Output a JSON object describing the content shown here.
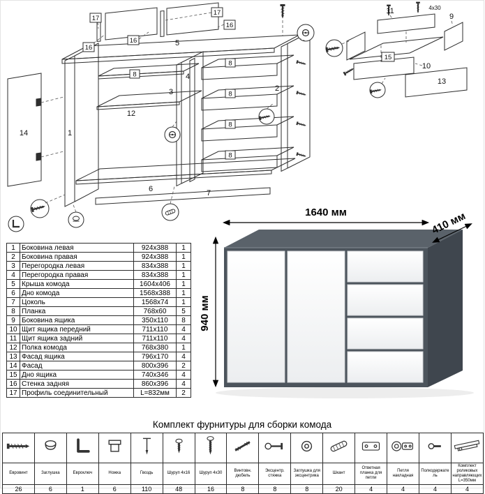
{
  "diagram": {
    "callouts": {
      "n1": "1",
      "n2": "2",
      "n3": "3",
      "n4": "4",
      "n5": "5",
      "n6": "6",
      "n7": "7",
      "n8": "8",
      "n9": "9",
      "n10": "10",
      "n11": "11",
      "n12": "12",
      "n13": "13",
      "n14": "14",
      "n15": "15",
      "n16": "16",
      "n17": "17"
    },
    "screw_size_label": "4x30"
  },
  "dresser": {
    "width_label": "1640 мм",
    "depth_label": "410 мм",
    "height_label": "940 мм"
  },
  "parts_table": {
    "rows": [
      {
        "num": "1",
        "name": "Боковина левая",
        "size": "924x388",
        "qty": "1"
      },
      {
        "num": "2",
        "name": "Боковина правая",
        "size": "924x388",
        "qty": "1"
      },
      {
        "num": "3",
        "name": "Перегородка левая",
        "size": "834x388",
        "qty": "1"
      },
      {
        "num": "4",
        "name": "Перегородка правая",
        "size": "834x388",
        "qty": "1"
      },
      {
        "num": "5",
        "name": "Крыша комода",
        "size": "1604x406",
        "qty": "1"
      },
      {
        "num": "6",
        "name": "Дно комода",
        "size": "1568x388",
        "qty": "1"
      },
      {
        "num": "7",
        "name": "Цоколь",
        "size": "1568x74",
        "qty": "1"
      },
      {
        "num": "8",
        "name": "Планка",
        "size": "768x60",
        "qty": "5"
      },
      {
        "num": "9",
        "name": "Боковина ящика",
        "size": "350x110",
        "qty": "8"
      },
      {
        "num": "10",
        "name": "Щит ящика передний",
        "size": "711x110",
        "qty": "4"
      },
      {
        "num": "11",
        "name": "Щит ящика задний",
        "size": "711x110",
        "qty": "4"
      },
      {
        "num": "12",
        "name": "Полка комода",
        "size": "768x380",
        "qty": "1"
      },
      {
        "num": "13",
        "name": "Фасад ящика",
        "size": "796x170",
        "qty": "4"
      },
      {
        "num": "14",
        "name": "Фасад",
        "size": "800x396",
        "qty": "2"
      },
      {
        "num": "15",
        "name": "Дно ящика",
        "size": "740x346",
        "qty": "4"
      },
      {
        "num": "16",
        "name": "Стенка задняя",
        "size": "860x396",
        "qty": "4"
      },
      {
        "num": "17",
        "name": "Профиль соединительный",
        "size": "L=832мм",
        "qty": "2"
      }
    ]
  },
  "hardware": {
    "title": "Комплект фурнитуры для сборки комода",
    "items": [
      {
        "name": "Евровинт",
        "qty": "26",
        "icon": "confirmat-screw"
      },
      {
        "name": "Заглушка",
        "qty": "6",
        "icon": "cap-plug"
      },
      {
        "name": "Евроключ",
        "qty": "1",
        "icon": "hex-key"
      },
      {
        "name": "Ножка",
        "qty": "6",
        "icon": "furniture-leg"
      },
      {
        "name": "Гвоздь",
        "qty": "110",
        "icon": "nail"
      },
      {
        "name": "Шуруп 4x16",
        "qty": "48",
        "icon": "screw-short"
      },
      {
        "name": "Шуруп 4x30",
        "qty": "16",
        "icon": "screw-long"
      },
      {
        "name": "Винтовн. дюбель",
        "qty": "8",
        "icon": "dowel-screw"
      },
      {
        "name": "Эксцентр. стяжка",
        "qty": "8",
        "icon": "cam-bolt"
      },
      {
        "name": "Заглушка для эксцентрика",
        "qty": "8",
        "icon": "cam-cap"
      },
      {
        "name": "Шкант",
        "qty": "20",
        "icon": "wooden-dowel"
      },
      {
        "name": "Ответная планка для петли",
        "qty": "4",
        "icon": "hinge-plate"
      },
      {
        "name": "Петля накладная",
        "qty": "4",
        "icon": "hinge"
      },
      {
        "name": "Полкодержатель",
        "qty": "4",
        "icon": "shelf-pin"
      },
      {
        "name": "Комплект роликовых направляющих L=350мм",
        "qty": "4",
        "icon": "drawer-slides"
      }
    ]
  }
}
